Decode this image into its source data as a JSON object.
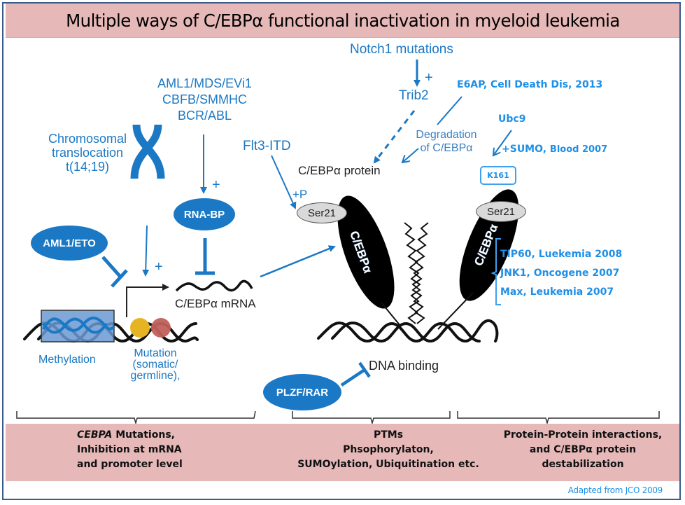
{
  "title": "Multiple ways of C/EBPα functional inactivation in myeloid leukemia",
  "colors": {
    "band": "#e6b9b8",
    "accent_blue": "#1b78c4",
    "reference_blue": "#1e8fe6",
    "frame": "#3a5a8c",
    "mutation_yellow": "#e6b422",
    "mutation_red": "#c0605a",
    "methylation_box": "#6a9ad4"
  },
  "labels": {
    "chromosomal": [
      "Chromosomal",
      "translocation",
      "t(14;19)"
    ],
    "fusions": [
      "AML1/MDS/EVi1",
      "CBFB/SMMHC",
      "BCR/ABL"
    ],
    "notch": "Notch1 mutations",
    "trib2": "Trib2",
    "plus": "+",
    "flt3": "Flt3-ITD",
    "plus_p": "+P",
    "degradation": [
      "Degradation",
      "of C/EBPα"
    ],
    "protein": "C/EBPα protein",
    "mrna": "C/EBPα mRNA",
    "methylation": "Methylation",
    "mutation": [
      "Mutation",
      "(somatic/",
      "germline),"
    ],
    "dna_binding": "DNA binding",
    "cebpa_left": "C/EBPα",
    "cebpa_right": "C/EBPα"
  },
  "nodes": {
    "aml1_eto": "AML1/ETO",
    "rna_bp": "RNA-BP",
    "plzf_rar": "PLZF/RAR",
    "ser21_left": "Ser21",
    "ser21_right": "Ser21",
    "k161": "K161"
  },
  "references": {
    "e6ap": "E6AP, Cell Death Dis, 2013",
    "ubc9": "Ubc9",
    "sumo": "+SUMO,",
    "sumo_ref": "Blood 2007",
    "interactions": [
      "TIP60, Luekemia 2008",
      "JNK1, Oncogene 2007",
      "Max, Leukemia 2007"
    ]
  },
  "categories": [
    {
      "italic": "CEBPA",
      "lines": [
        " Mutations,",
        "Inhibition at mRNA",
        "and promoter level"
      ]
    },
    {
      "lines": [
        "PTMs",
        "Phsophorylaton,",
        "SUMOylation, Ubiquitination etc."
      ]
    },
    {
      "lines": [
        "Protein-Protein interactions,",
        "and C/EBPα protein",
        "destabilization"
      ]
    }
  ],
  "credit": "Adapted from JCO 2009"
}
